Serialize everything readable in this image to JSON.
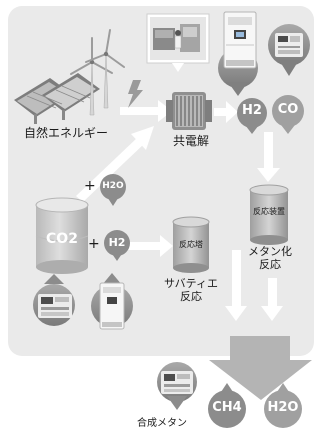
{
  "labels": {
    "renewable_energy": "自然エネルギー",
    "co_electrolysis": "共電解",
    "methanation_line1": "メタン化",
    "methanation_line2": "反応",
    "sabatier_line1": "サバティエ",
    "sabatier_line2": "反応",
    "synthetic_methane": "合成メタン",
    "methanation_device": "反応装置",
    "reaction_tower": "反応塔"
  },
  "chemicals": {
    "h2_top": "H2",
    "co": "CO",
    "h2o_mid": "H2O",
    "co2": "CO2",
    "h2_mid": "H2",
    "ch4": "CH4",
    "h2o_bottom": "H2O"
  },
  "symbols": {
    "plus_upper": "+",
    "plus_lower": "+"
  },
  "colors": {
    "panel": "#eaeaea",
    "arrow": "#ffffff",
    "bubble_dark": "#8c8c8c",
    "bubble_mid": "#9a9a9a",
    "tank": "#cfcfcf",
    "bottom_arrow": "#b4b4b4",
    "text": "#1c1c1c"
  },
  "icons": [
    "solar-panel-icon",
    "wind-turbine-icon",
    "lightning-icon",
    "electrolyzer-icon",
    "factory-photo-icon",
    "fuel-cell-unit-icon",
    "methanation-reactor-icon",
    "reaction-tower-icon"
  ]
}
